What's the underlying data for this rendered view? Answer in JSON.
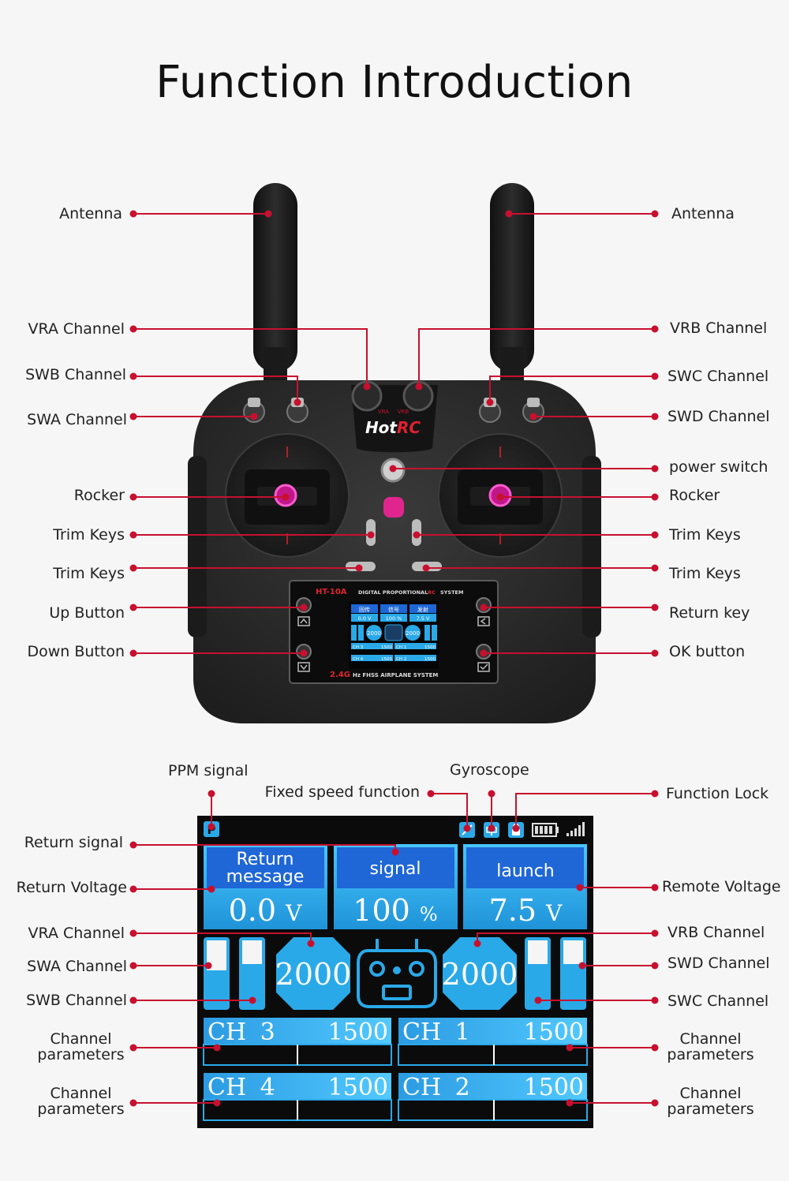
{
  "title": "Function Introduction",
  "device": {
    "brand_hot": "Hot",
    "brand_rc": "RC",
    "knob_left_label": "VRA",
    "knob_right_label": "VRB",
    "screen_header_model": "HT-10A",
    "screen_header_text": "DIGITAL PROPORTIONAL",
    "screen_header_rc": "RC",
    "screen_header_system": "SYSTEM",
    "screen_footer_freq": "2.4G",
    "screen_footer_text": "Hz FHSS AIRPLANE SYSTEM",
    "mini_tabs": [
      "回传",
      "信号",
      "发射"
    ],
    "mini_values": [
      "0.0 V",
      "100 %",
      "7.5 V"
    ],
    "mini_numbers": [
      "2000",
      "2000"
    ],
    "mini_rows": [
      [
        "CH 3",
        "1500",
        "CH 1",
        "1500"
      ],
      [
        "CH 4",
        "1500",
        "CH 2",
        "1500"
      ]
    ]
  },
  "top_labels_left": [
    "Antenna",
    "VRA Channel",
    "SWB Channel",
    "SWA Channel",
    "Rocker",
    "Trim Keys",
    "Trim Keys",
    "Up Button",
    "Down Button"
  ],
  "top_labels_right": [
    "Antenna",
    "VRB Channel",
    "SWC Channel",
    "SWD Channel",
    "power switch",
    "Rocker",
    "Trim Keys",
    "Trim Keys",
    "Return key",
    "OK button"
  ],
  "bottom_labels": {
    "ppm": "PPM signal",
    "gyroscope": "Gyroscope",
    "fixed_speed": "Fixed speed function",
    "function_lock": "Function Lock",
    "return_signal": "Return signal",
    "return_voltage": "Return Voltage",
    "remote_voltage": "Remote Voltage",
    "vra": "VRA Channel",
    "vrb": "VRB Channel",
    "swa": "SWA Channel",
    "swd": "SWD Channel",
    "swb": "SWB Channel",
    "swc": "SWC Channel",
    "channel_params": "Channel parameters"
  },
  "screen": {
    "status_p": "P",
    "tab1": "Return message",
    "tab2": "signal",
    "tab3": "launch",
    "val1_num": "0.0",
    "val1_unit": "V",
    "val2_num": "100",
    "val2_unit": "%",
    "val3_num": "7.5",
    "val3_unit": "V",
    "knob_left_value": "2000",
    "knob_right_value": "2000",
    "channels": [
      {
        "name": "CH",
        "num": "3",
        "value": "1500"
      },
      {
        "name": "CH",
        "num": "1",
        "value": "1500"
      },
      {
        "name": "CH",
        "num": "4",
        "value": "1500"
      },
      {
        "name": "CH",
        "num": "2",
        "value": "1500"
      }
    ]
  },
  "colors": {
    "leader": "#c8102e",
    "screen_bg": "#0b0b0b",
    "cyan": "#2aa9e8",
    "blue_tab": "#1f67d6",
    "body": "#2b2b2b"
  }
}
